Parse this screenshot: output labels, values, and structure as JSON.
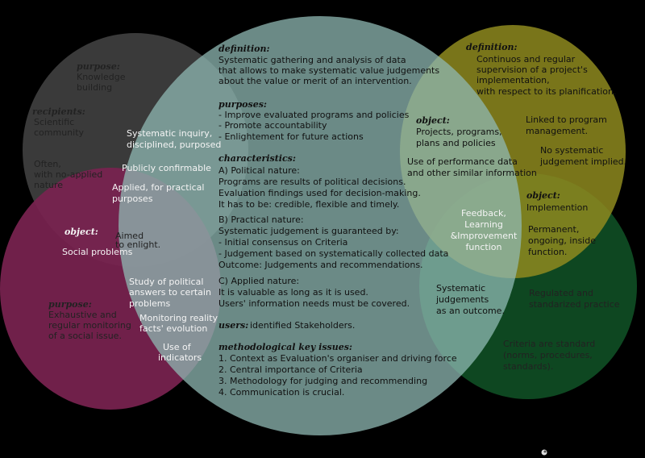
{
  "colors": {
    "background": "#000000",
    "science": "#3d3d3d",
    "evaluation": "#7c9e9a",
    "politics": "#7a2350",
    "planning": "#8e8a1e",
    "management": "#0f4d24"
  },
  "science": {
    "purpose_title": "purpose:",
    "purpose_text": [
      "Knowledge",
      "building"
    ],
    "recipients_title": "recipients:",
    "recipients_text": [
      "Scientific",
      "community"
    ],
    "note": [
      "Often,",
      "with no-applied",
      "nature"
    ]
  },
  "science_eval": {
    "lines": [
      "Systematic inquiry,",
      "disciplined, purposed",
      "",
      "Publicly confirmable",
      "",
      "Applied, for practical",
      "purposes"
    ]
  },
  "politics": {
    "object_title": "object:",
    "object_text": "Social problems",
    "aimed": [
      "Aimed",
      "to enlight."
    ],
    "purpose_title": "purpose:",
    "purpose_text": [
      "Exhaustive and",
      "regular monitoring",
      "of a social issue."
    ],
    "study": [
      "Study of political",
      "answers to certain",
      "problems"
    ],
    "monitoring": [
      "Monitoring reality",
      "facts' evolution"
    ],
    "indicators": [
      "Use of",
      "indicators"
    ]
  },
  "evaluation": {
    "definition_title": "definition:",
    "definition_text": [
      "Systematic gathering and analysis of data",
      "that allows to make systematic value judgements",
      "about the value or merit of an intervention."
    ],
    "purposes_title": "purposes:",
    "purposes_text": [
      "- Improve evaluated programs and policies",
      "- Promote accountability",
      "- Enlightement for future actions"
    ],
    "characteristics_title": "characteristics:",
    "char_a": [
      "A) Political nature:",
      "Programs are results of political decisions.",
      "Evaluation findings used for decision-making.",
      "It has to be: credible, flexible and timely."
    ],
    "char_b": [
      "B) Practical nature:",
      "Systematic judgement is guaranteed by:",
      "- Initial consensus on Criteria",
      "- Judgement based on systematically collected data",
      "Outcome: Judgements and recommendations."
    ],
    "char_c": [
      "C) Applied nature:",
      "It is valuable as long as it is used.",
      "Users' information needs must be covered."
    ],
    "users_title": "users:",
    "users_text": "identified Stakeholders.",
    "keys_title": "methodological key issues:",
    "keys_text": [
      "1. Context as Evaluation's organiser and driving force",
      "2. Central importance of Criteria",
      "3. Methodology for judging and recommending",
      "4. Communication is crucial."
    ]
  },
  "planning": {
    "definition_title": "definition:",
    "definition_text": [
      "Continuos and regular",
      "supervision of a project's",
      "implementation,",
      "with respect to its planification."
    ],
    "object_title": "object:",
    "object_text": [
      "Projects, programs,",
      "plans and policies"
    ],
    "linked": [
      "Linked to program",
      "management."
    ],
    "no_judgement": [
      "No systematic",
      "judgement implied."
    ],
    "performance": [
      "Use of performance data",
      "and other similar information"
    ]
  },
  "management": {
    "feedback": [
      "Feedback,",
      "Learning",
      "&Improvement",
      "function"
    ],
    "object_title": "object:",
    "object_text": "Implemention",
    "permanent": [
      "Permanent,",
      "ongoing, inside",
      "function."
    ],
    "systematic": [
      "Systematic",
      "judgements",
      "as an outcome."
    ],
    "regulated": [
      "Regulated and",
      "standarized practice"
    ],
    "criteria": [
      "Criteria are standard",
      "(norms, procedures,",
      "standards)."
    ]
  }
}
